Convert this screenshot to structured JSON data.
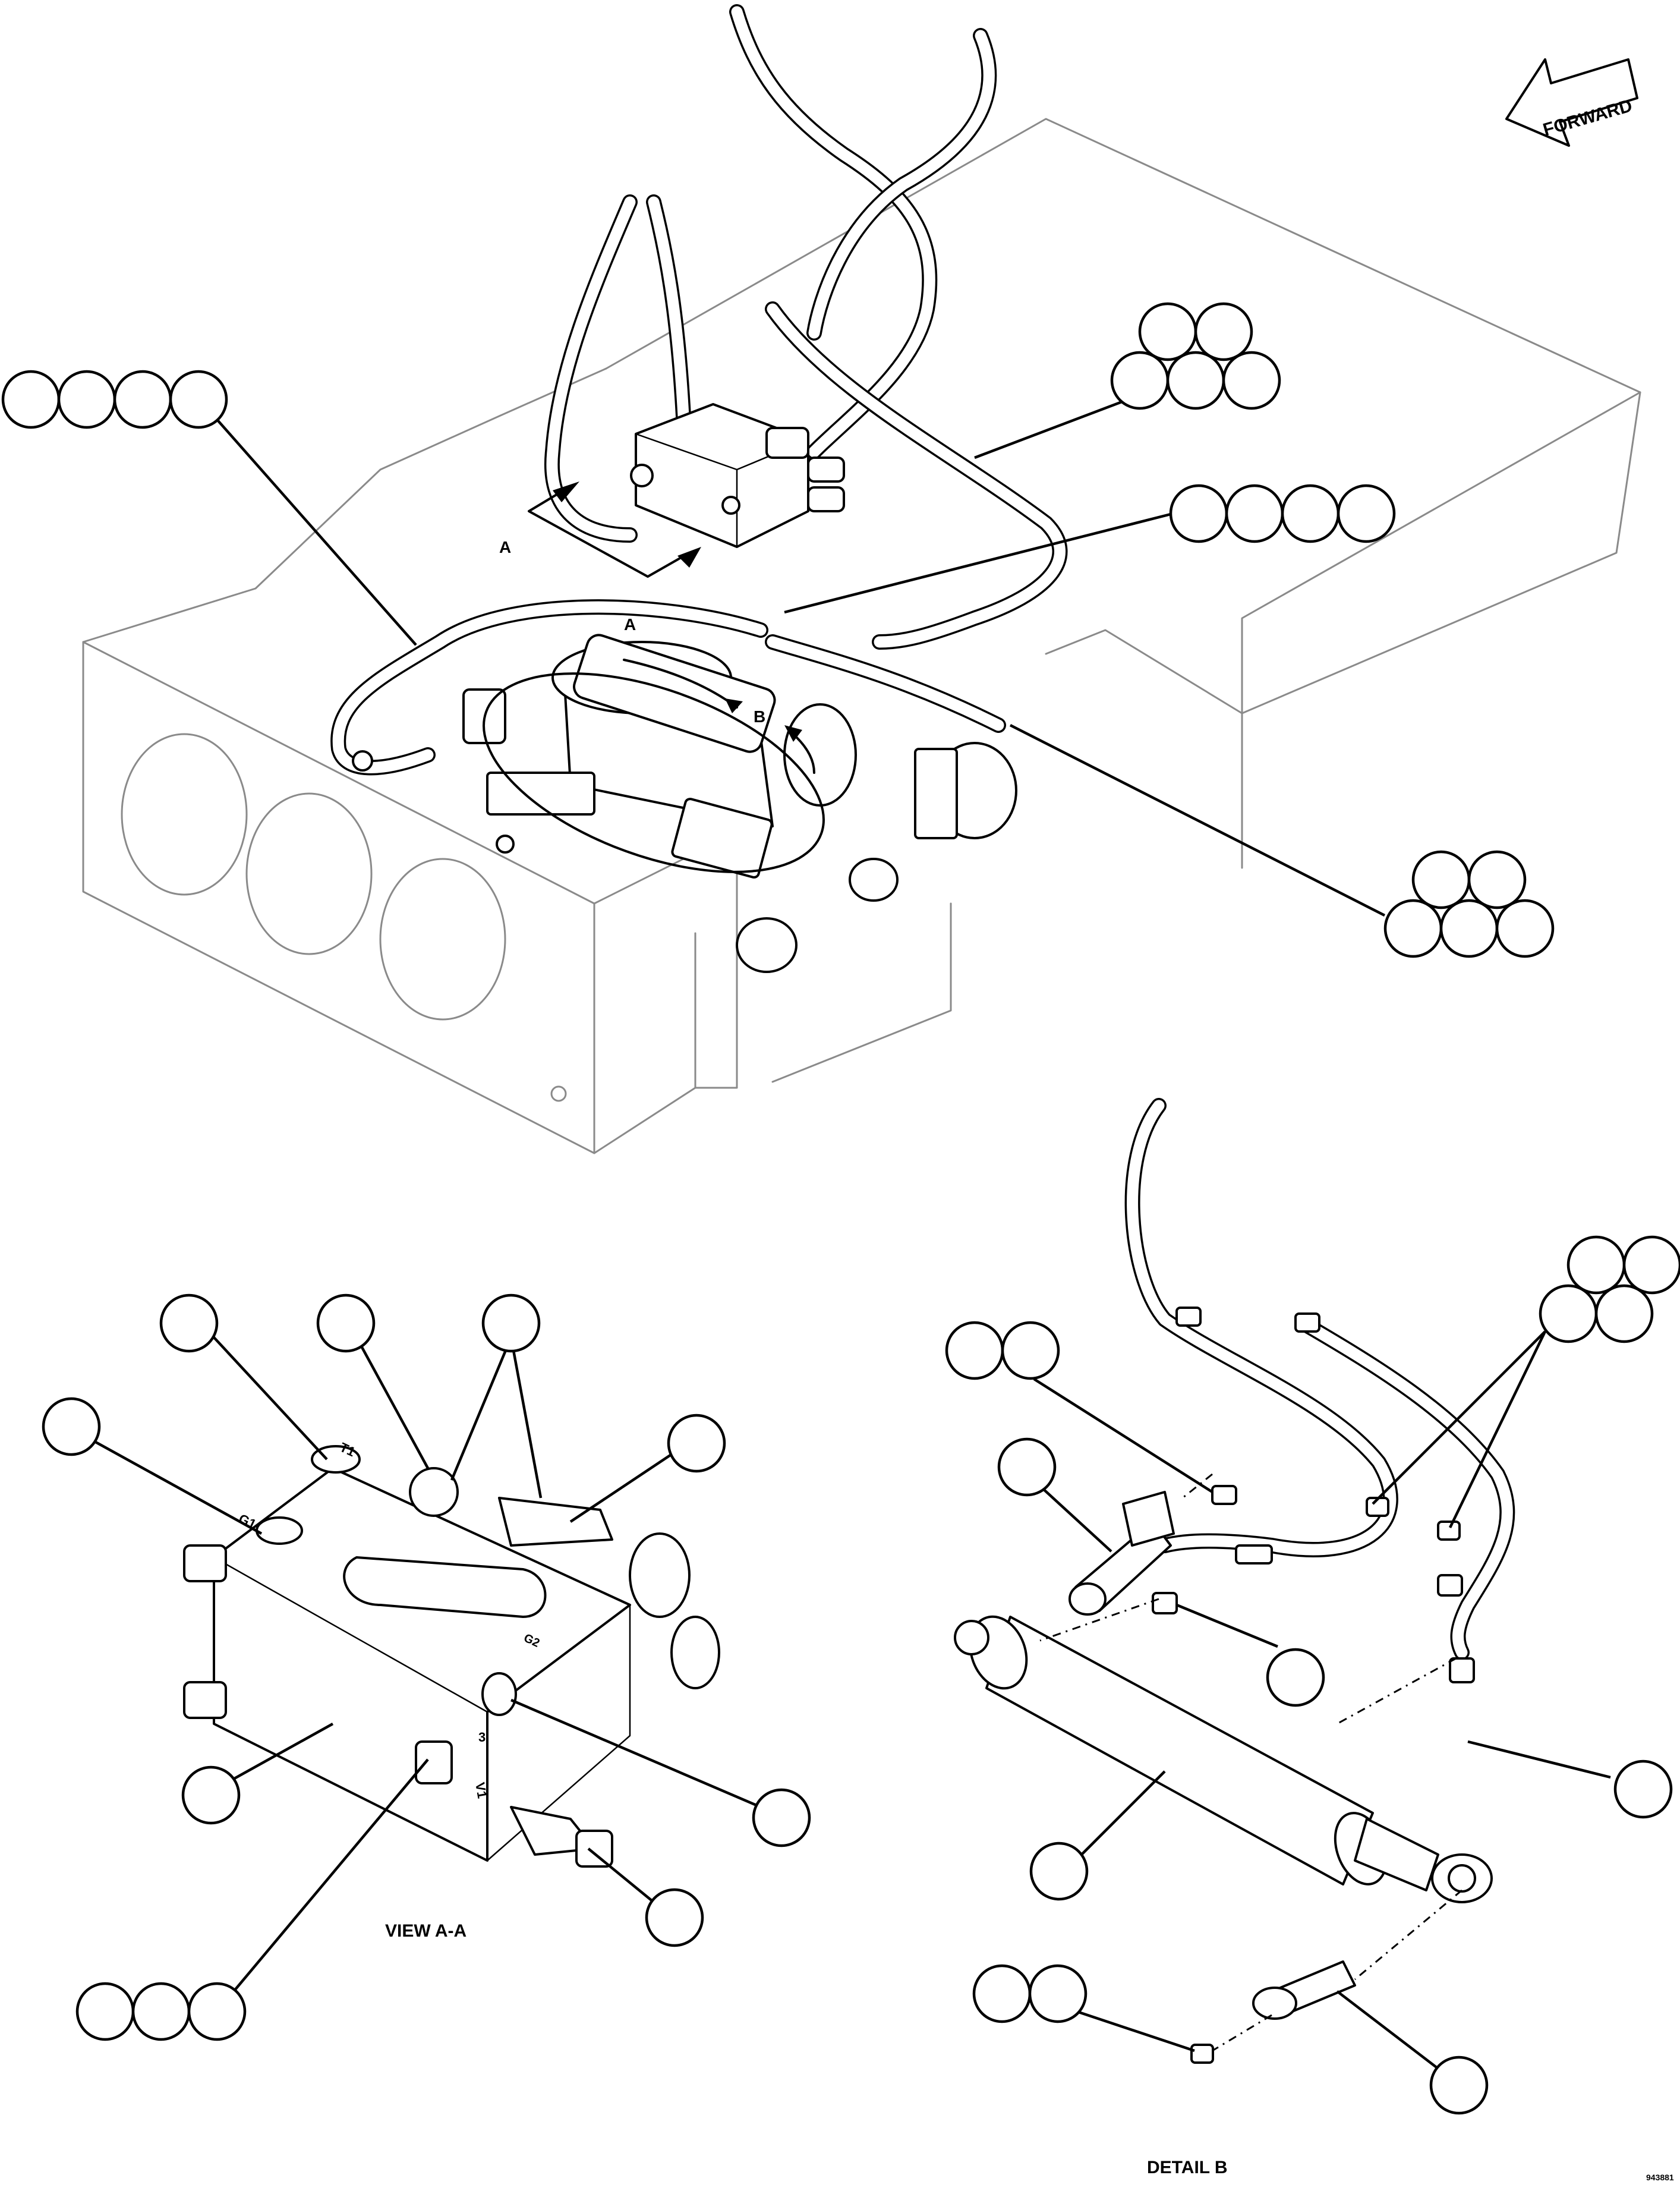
{
  "forward_arrow": {
    "label": "FORWARD"
  },
  "view_markers": {
    "view_letter": "A",
    "detail_letter": "B"
  },
  "captions": {
    "view_a": "VIEW A-A",
    "detail_b": "DETAIL B"
  },
  "port_labels": {
    "t1": "T1",
    "g1": "G1",
    "g2": "G2",
    "port_3": "3",
    "port_v1": "V1"
  },
  "drawing_number": "943881"
}
